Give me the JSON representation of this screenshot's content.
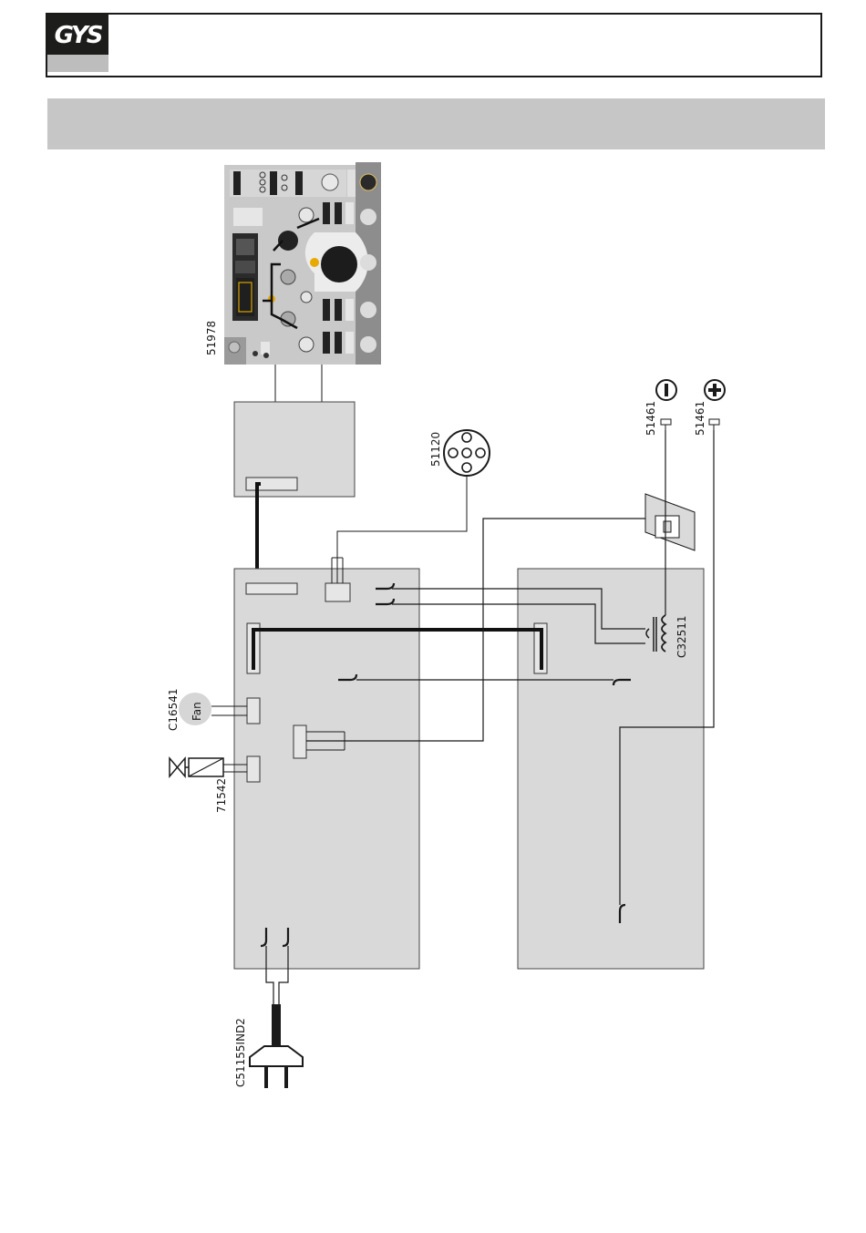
{
  "brand": {
    "logo_text": "GYS"
  },
  "labels": {
    "panel": "51978",
    "connector": "51120",
    "terminal_neg": "51461",
    "terminal_pos": "51461",
    "transformer": "C32511",
    "fan_part": "C16541",
    "fan_text": "Fan",
    "valve_part": "71542",
    "cable_part": "C51155IND2"
  },
  "colors": {
    "board": "#d9d9d9",
    "line": "#1a1a1a",
    "panel": "#c8c8c8"
  }
}
